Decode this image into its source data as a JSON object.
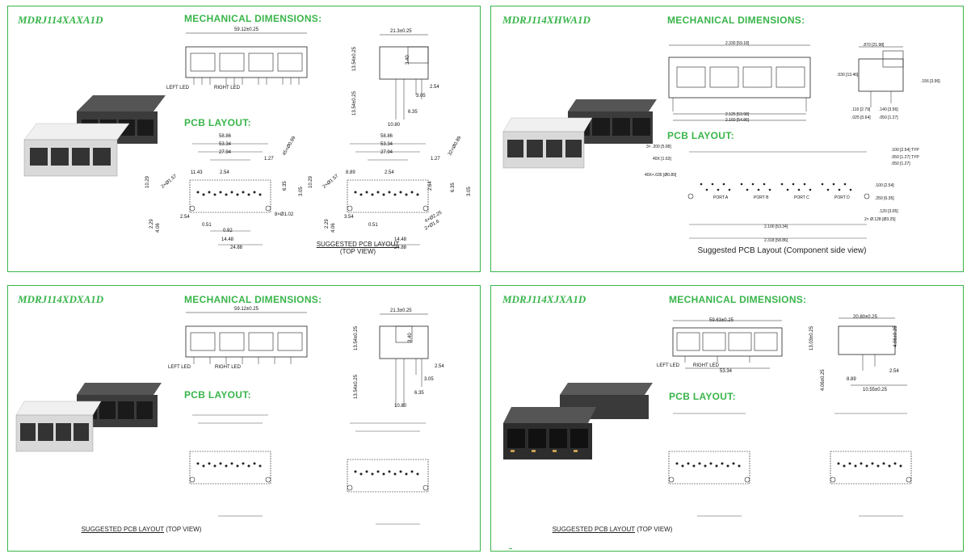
{
  "colors": {
    "accent": "#39b54a",
    "line": "#222222",
    "housing_light": "#d9d9d9",
    "housing_dark": "#3b3b3b"
  },
  "panels": [
    {
      "model": "MDRJ114XAXA1D",
      "mech_title": "MECHANICAL DIMENSIONS:",
      "pcb_title": "PCB LAYOUT:",
      "mech_width": "59.12±0.25",
      "left_led": "LEFT LED",
      "right_led": "RIGHT LED",
      "side_top": "21.3±0.25",
      "side_h1": "13.54±0.25",
      "side_h2": "13.54±0.25",
      "side_340": "3.40",
      "side_254": "2.54",
      "side_305": "3.05",
      "side_635": "6.35",
      "side_1080": "10.80",
      "pcb": {
        "d1": "58.86",
        "d2": "53.34",
        "d3": "27.94",
        "d4": "11.43",
        "d5": "2.54",
        "d6": "1.27",
        "d7": "45×Ø0.89",
        "d8": "10.29",
        "d9": "6.35",
        "d10": "3.05",
        "d11": "2×Ø1.57",
        "d12": "2.29",
        "d13": "4.06",
        "d14": "2.54",
        "d15": "0.51",
        "d16": "0.92",
        "d17": "14.48",
        "d18": "24.88",
        "d19": "8×Ø1.02",
        "d20": "3.54",
        "d21": "8.89",
        "d22": "2.64",
        "d23": "4×Ø2.25",
        "d24": "32×Ø0.89",
        "d25": "2×Ø1.6"
      },
      "caption_underlined": "SUGGESTED PCB LAYOUT",
      "caption_rest": "(TOP VIEW)"
    },
    {
      "model": "MDRJ114XHWA1D",
      "mech_title": "MECHANICAL DIMENSIONS:",
      "pcb_title": "PCB LAYOUT:",
      "mech_width": "2.330 [59.18]",
      "mech_bottom1": "2.125 [53.98]",
      "mech_bottom2": "2.160 [54.86]",
      "side_top": ".870 [21.98]",
      "side_h": ".530 [13.46]",
      "side_right": ".156 [3.96]",
      "side_b1": ".110 [2.79]",
      "side_b2": ".140 [3.56]",
      "side_b3": ".025 [0.64]",
      "side_b4": ".050 [1.27]",
      "dims": [
        ".100 [2.54] TYP",
        ".050 [1.27] TYP",
        ".050 [1.27]",
        "3× .200 [5.08]",
        "40X [1.63]",
        "40X×.035 [Ø0.89]",
        ".100 [2.54]",
        ".250 [6.35]",
        ".120 [3.05]",
        "2× Ø.128 [Ø3.25]",
        "2.100 [53.34]",
        "2.318 [58.86]"
      ],
      "ports": [
        "PORT A",
        "PORT B",
        "PORT C",
        "PORT D"
      ],
      "caption": "Suggested PCB Layout (Component side view)"
    },
    {
      "model": "MDRJ114XDXA1D",
      "mech_title": "MECHANICAL DIMENSIONS:",
      "pcb_title": "PCB LAYOUT:",
      "mech_width": "59.12±0.25",
      "left_led": "LEFT LED",
      "right_led": "RIGHT LED",
      "side_top": "21.3±0.25",
      "side_h1": "13.54±0.25",
      "side_h2": "13.54±0.25",
      "side_340": "3.40",
      "side_254": "2.54",
      "side_305": "3.05",
      "side_635": "6.35",
      "side_1080": "10.80",
      "caption_underlined": "SUGGESTED PCB LAYOUT",
      "caption_rest": "(TOP VIEW)"
    },
    {
      "model": "MDRJ114XJXA1D",
      "mech_title": "MECHANICAL DIMENSIONS:",
      "pcb_title": "PCB LAYOUT:",
      "mech_width": "59.63±0.25",
      "left_led": "LEFT LED",
      "right_led": "RIGHT LED",
      "mech_bottom": "53.34",
      "side_top": "20.80±0.25",
      "side_h1": "13.03±0.25",
      "side_h2": "4.06±0.25",
      "side_254": "2.54",
      "side_889": "8.89",
      "side_1055": "10.55±0.25",
      "side_406": "4.06±0.25",
      "caption_underlined": "SUGGESTED PCB LAYOUT",
      "caption_rest": "(TOP VIEW)"
    }
  ]
}
